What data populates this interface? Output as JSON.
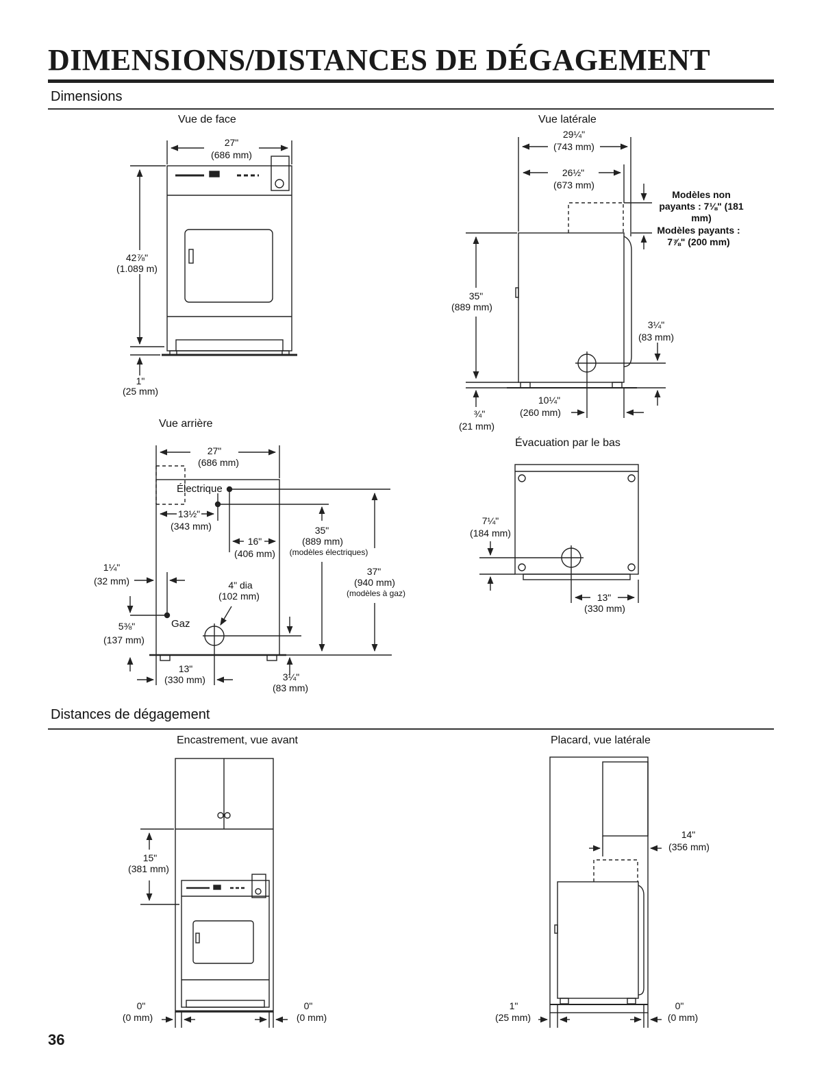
{
  "page": {
    "title": "DIMENSIONS/DISTANCES DE DÉGAGEMENT",
    "page_number": "36"
  },
  "sections": {
    "dimensions": "Dimensions",
    "clearances": "Distances de dégagement"
  },
  "front_view": {
    "title": "Vue de face",
    "width_in": "27\"",
    "width_mm": "(686 mm)",
    "height_in": "42⅞\"",
    "height_mm": "(1.089 m)",
    "leg_in": "1\"",
    "leg_mm": "(25 mm)"
  },
  "side_view": {
    "title": "Vue latérale",
    "depth_in": "29¼\"",
    "depth_mm": "(743 mm)",
    "inner_depth_in": "26½\"",
    "inner_depth_mm": "(673 mm)",
    "non_coin_label": "Modèles non payants : 7⅛\" (181 mm)",
    "coin_label": "Modèles payants : 7⅞\" (200 mm)",
    "height_in": "35\"",
    "height_mm": "(889 mm)",
    "vent_in": "3¼\"",
    "vent_mm": "(83 mm)",
    "vent_depth_in": "10¼\"",
    "vent_depth_mm": "(260 mm)",
    "leg_in": "¾\"",
    "leg_mm": "(21 mm)"
  },
  "rear_view": {
    "title": "Vue arrière",
    "width_in": "27\"",
    "width_mm": "(686 mm)",
    "electric_label": "Électrique",
    "elec_offset_in": "13½\"",
    "elec_offset_mm": "(343 mm)",
    "elec_height_in": "35\"",
    "elec_height_mm": "(889 mm)",
    "elec_models": "(modèles électriques)",
    "gas_offset_in": "16\"",
    "gas_offset_mm": "(406 mm)",
    "gas_height_in": "37\"",
    "gas_height_mm": "(940 mm)",
    "gas_models": "(modèles à gaz)",
    "side_in": "1¼\"",
    "side_mm": "(32 mm)",
    "vent_dia_in": "4\" dia",
    "vent_dia_mm": "(102 mm)",
    "gas_low_in": "5⅜\"",
    "gas_low_mm": "(137 mm)",
    "gas_label": "Gaz",
    "vent_center_in": "13\"",
    "vent_center_mm": "(330 mm)",
    "vent_height_in": "3¼\"",
    "vent_height_mm": "(83 mm)"
  },
  "bottom_exhaust": {
    "title": "Évacuation par le bas",
    "depth_in": "7¼\"",
    "depth_mm": "(184 mm)",
    "offset_in": "13\"",
    "offset_mm": "(330 mm)"
  },
  "recessed_front": {
    "title": "Encastrement, vue avant",
    "top_in": "15\"",
    "top_mm": "(381 mm)",
    "left_in": "0\"",
    "left_mm": "(0 mm)",
    "right_in": "0\"",
    "right_mm": "(0 mm)"
  },
  "closet_side": {
    "title": "Placard, vue latérale",
    "top_in": "14\"",
    "top_mm": "(356 mm)",
    "rear_in": "1\"",
    "rear_mm": "(25 mm)",
    "front_in": "0\"",
    "front_mm": "(0 mm)"
  }
}
